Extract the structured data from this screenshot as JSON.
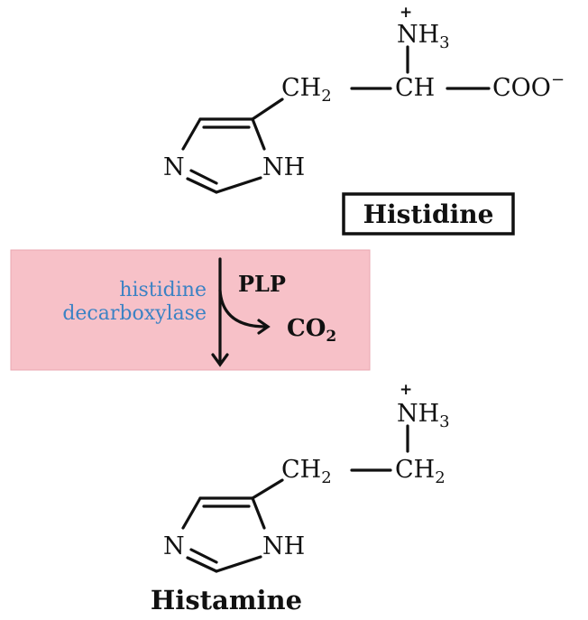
{
  "histidine": {
    "ammonium": "NH",
    "ammonium_sub": "3",
    "charge": "+",
    "ch2": "CH",
    "ch2_sub": "2",
    "ch": "CH",
    "carboxylate": "COO",
    "carboxylate_charge": "−",
    "ring_n": "N",
    "ring_nh": "NH",
    "label": "Histidine"
  },
  "reaction": {
    "enzyme_line1": "histidine",
    "enzyme_line2": "decarboxylase",
    "cofactor": "PLP",
    "product_gas": "CO",
    "product_gas_sub": "2",
    "box_color": "#f7c1c8"
  },
  "histamine": {
    "ammonium": "NH",
    "ammonium_sub": "3",
    "charge": "+",
    "ch2_left": "CH",
    "ch2_left_sub": "2",
    "ch2_right": "CH",
    "ch2_right_sub": "2",
    "ring_n": "N",
    "ring_nh": "NH",
    "label": "Histamine"
  }
}
